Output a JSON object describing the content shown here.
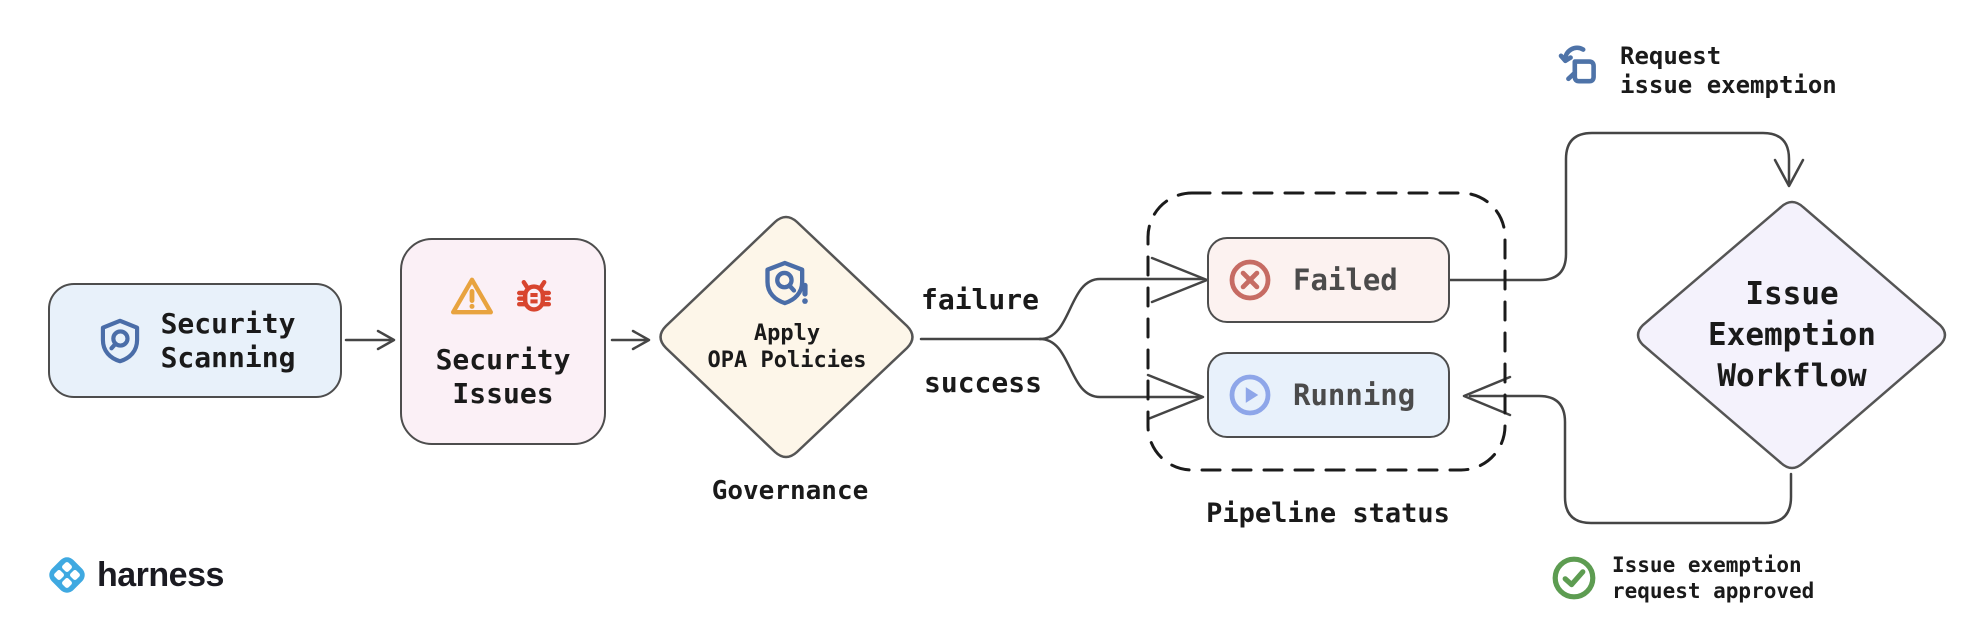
{
  "diagram": {
    "nodes": {
      "security_scanning": {
        "lines": [
          "Security",
          "Scanning"
        ]
      },
      "security_issues": {
        "lines": [
          "Security",
          "Issues"
        ]
      },
      "apply_opa": {
        "lines": [
          "Apply",
          "OPA Policies"
        ]
      },
      "failed": {
        "label": "Failed"
      },
      "running": {
        "label": "Running"
      },
      "issue_exemption_workflow": {
        "lines": [
          "Issue",
          "Exemption",
          "Workflow"
        ]
      }
    },
    "labels": {
      "governance": "Governance",
      "failure_branch": "failure",
      "success_branch": "success",
      "pipeline_status": "Pipeline status",
      "request_exemption": {
        "lines": [
          "Request",
          "issue exemption"
        ]
      },
      "request_approved": {
        "lines": [
          "Issue exemption",
          "request approved"
        ]
      }
    },
    "branding": {
      "wordmark": "harness"
    },
    "icons": [
      "shield-scan-icon",
      "warning-icon",
      "bug-icon",
      "policy-shield-icon",
      "failed-x-icon",
      "running-play-icon",
      "tap-request-icon",
      "approved-check-icon",
      "harness-logo-icon"
    ],
    "colors": {
      "connector": "#454545",
      "node_border": "#4d4d4d",
      "scanning_fill": "#e8f1fa",
      "issues_fill": "#fbf0f6",
      "opa_fill": "#fdf6e9",
      "failed_fill": "#fcf2f0",
      "running_fill": "#e8f1fb",
      "exemption_fill": "#f4f2fc",
      "steel_blue_icon": "#4a6da8",
      "warning_orange": "#e8a33f",
      "bug_red": "#d8452f",
      "failed_red": "#c66b63",
      "running_blue": "#8ea6e9",
      "approved_green": "#5d9c51",
      "harness_blue": "#3fa9e1",
      "text_dark": "#1a1a1a",
      "text_gray": "#4b4b4b"
    }
  }
}
